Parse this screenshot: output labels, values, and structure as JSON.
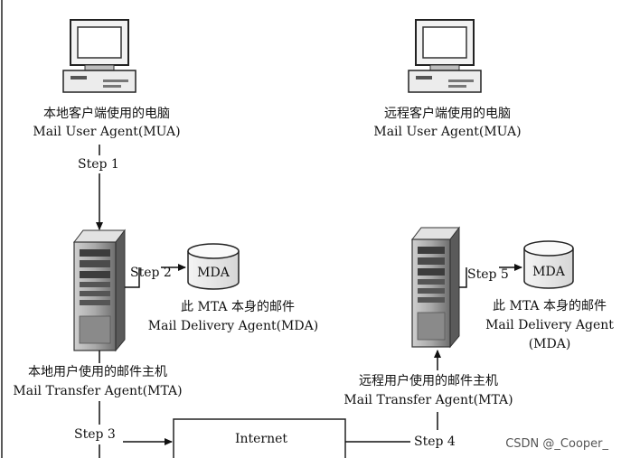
{
  "left_client": {
    "title_cn": "本地客户端使用的电脑",
    "title_en": "Mail User Agent(MUA)"
  },
  "right_client": {
    "title_cn": "远程客户端使用的电脑",
    "title_en": "Mail User Agent(MUA)"
  },
  "steps": {
    "step1": "Step 1",
    "step2": "Step 2",
    "step3": "Step 3",
    "step4": "Step 4",
    "step5": "Step 5"
  },
  "left_mda": {
    "label": "MDA",
    "desc_cn": "此 MTA 本身的邮件",
    "desc_en": "Mail Delivery Agent(MDA)"
  },
  "right_mda": {
    "label": "MDA",
    "desc_cn": "此 MTA 本身的邮件",
    "desc_en_line1": "Mail Delivery Agent",
    "desc_en_line2": "(MDA)"
  },
  "left_server": {
    "title_cn": "本地用户使用的邮件主机",
    "title_en": "Mail Transfer Agent(MTA)"
  },
  "right_server": {
    "title_cn": "远程用户使用的邮件主机",
    "title_en": "Mail Transfer Agent(MTA)"
  },
  "internet": {
    "label": "Internet"
  },
  "watermark": "CSDN @_Cooper_"
}
